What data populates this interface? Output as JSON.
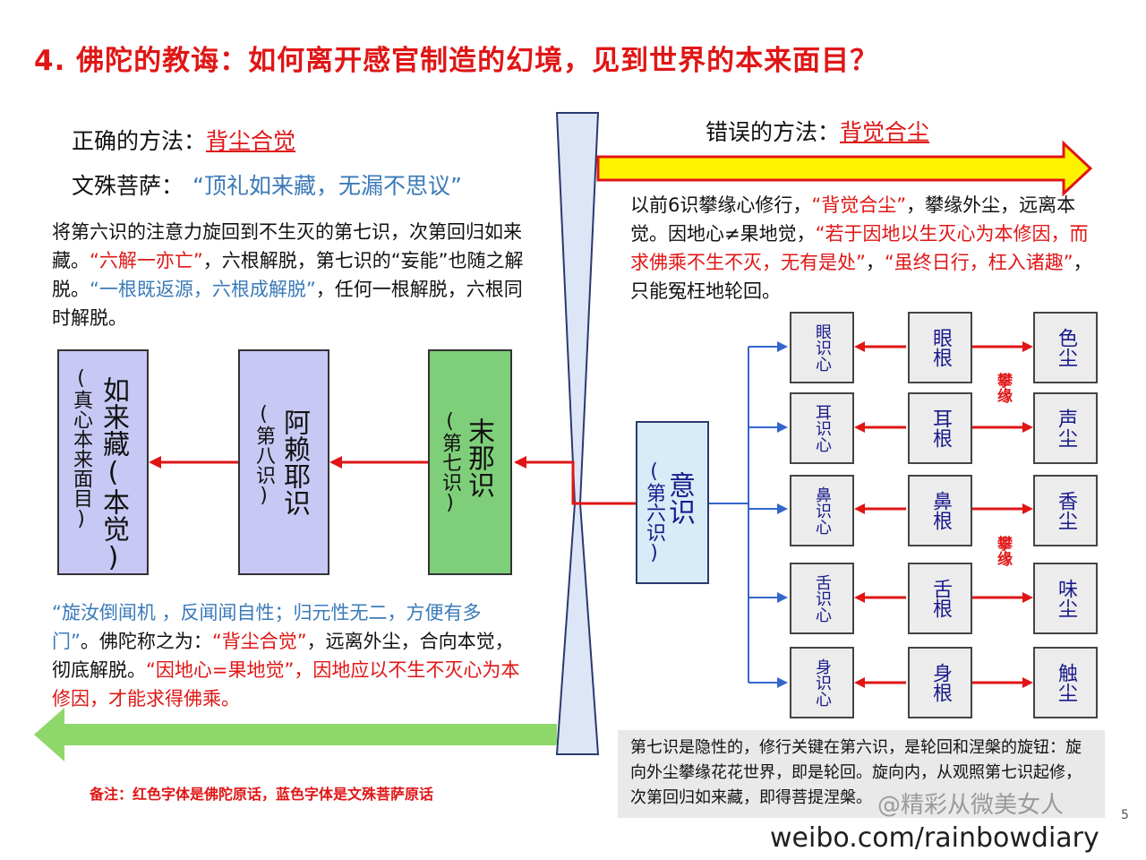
{
  "title": "4. 佛陀的教诲：如何离开感官制造的幻境，见到世界的本来面目？",
  "left": {
    "method_label": "正确的方法：",
    "method_value": "背尘合觉",
    "manjusri_label": "文殊菩萨：",
    "manjusri_quote": "“顶礼如来藏，无漏不思议”",
    "para1": [
      {
        "text": "将第六识的注意力旋回到不生灭的第七识，次第回归如来藏。",
        "color": "black"
      },
      {
        "text": "“六解一亦亡”",
        "color": "red"
      },
      {
        "text": "，六根解脱，第七识的“妄能”也随之解脱。",
        "color": "black"
      },
      {
        "text": "“一根既返源，六根成解脱”",
        "color": "blue"
      },
      {
        "text": "，任何一根解脱，六根同时解脱。",
        "color": "black"
      }
    ],
    "para2": [
      {
        "text": "“旋汝倒闻机 ，反闻闻自性；归元性无二，方便有多门”",
        "color": "blue"
      },
      {
        "text": "。佛陀称之为：",
        "color": "black"
      },
      {
        "text": "“背尘合觉”",
        "color": "red"
      },
      {
        "text": "，远离外尘，合向本觉，彻底解脱。",
        "color": "black"
      },
      {
        "text": "“因地心=果地觉”",
        "color": "red"
      },
      {
        "text": "，因地应以不生不灭心为本修因，才能求得佛乘。",
        "color": "red"
      }
    ],
    "boxes": [
      {
        "main": "如来藏(本觉)",
        "sub": "(真心本来面目)"
      },
      {
        "main": "阿赖耶识",
        "sub": "(第八识)"
      },
      {
        "main": "末那识",
        "sub": "(第七识)"
      }
    ],
    "footnote": "备注：红色字体是佛陀原话，蓝色字体是文殊菩萨原话"
  },
  "right": {
    "method_label": "错误的方法：",
    "method_value": "背觉合尘",
    "para": [
      {
        "text": "以前6识攀缘心修行，",
        "color": "black"
      },
      {
        "text": "“背觉合尘”",
        "color": "red"
      },
      {
        "text": "，攀缘外尘，远离本觉。因地心≠果地觉，",
        "color": "black"
      },
      {
        "text": "“若于因地以生灭心为本修因，而求佛乘不生不灭，无有是处”",
        "color": "red"
      },
      {
        "text": "，",
        "color": "black"
      },
      {
        "text": "“虽终日行，枉入诸趣”",
        "color": "red"
      },
      {
        "text": "，只能冤枉地轮回。",
        "color": "black"
      }
    ],
    "center_box": {
      "main": "意识",
      "sub": "(第六识)"
    },
    "rows": [
      {
        "xin": "眼识心",
        "gen": "眼根",
        "chen": "色尘"
      },
      {
        "xin": "耳识心",
        "gen": "耳根",
        "chen": "声尘"
      },
      {
        "xin": "鼻识心",
        "gen": "鼻根",
        "chen": "香尘"
      },
      {
        "xin": "舌识心",
        "gen": "舌根",
        "chen": "味尘"
      },
      {
        "xin": "身识心",
        "gen": "身根",
        "chen": "触尘"
      }
    ],
    "panyuan": [
      "攀缘",
      "攀缘"
    ],
    "note": "第七识是隐性的，修行关键在第六识，是轮回和涅槃的旋钮：旋向外尘攀缘花花世界，即是轮回。旋向内，从观照第七识起修，次第回归如来藏，即得菩提涅槃。"
  },
  "watermark": "weibo.com/rainbowdiary",
  "weibo_mark": "@精彩从微美女人",
  "page_number": "5",
  "colors": {
    "red": "#e01616",
    "blue": "#3a7ab8",
    "dark_blue": "#1a1a8c",
    "box_lavender": "#c8c8f4",
    "box_green": "#7fcf7a",
    "box_cyan": "#d6ecf6",
    "node_gray": "#ececec",
    "arrow_yellow": "#fff200",
    "arrow_green": "#8ed86a"
  }
}
